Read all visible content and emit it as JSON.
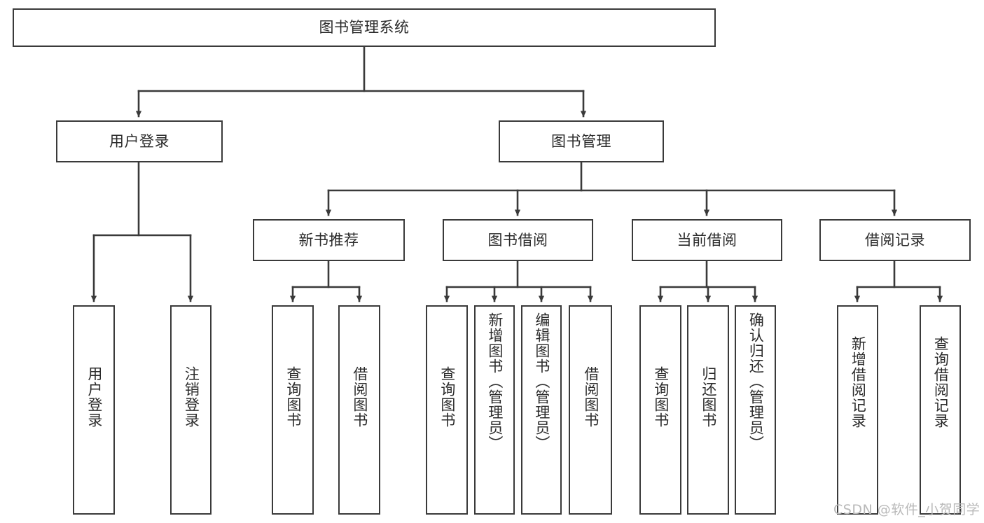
{
  "diagram": {
    "title": "图书管理系统",
    "type": "hierarchy-tree",
    "colors": {
      "background": "#ffffff",
      "border": "#3a3a3a",
      "edge": "#3a3a3a",
      "text": "#2b2b2b",
      "watermark": "#b9b9b9"
    },
    "root": {
      "label": "图书管理系统"
    },
    "level1": [
      {
        "label": "用户登录"
      },
      {
        "label": "图书管理"
      }
    ],
    "level2": [
      {
        "label": "新书推荐"
      },
      {
        "label": "图书借阅"
      },
      {
        "label": "当前借阅"
      },
      {
        "label": "借阅记录"
      }
    ],
    "leaves": {
      "user_login": [
        {
          "label": "用户登录"
        },
        {
          "label": "注销登录"
        }
      ],
      "new_book": [
        {
          "label": "查询图书"
        },
        {
          "label": "借阅图书"
        }
      ],
      "book_borrow": [
        {
          "label": "查询图书"
        },
        {
          "label": "新增图书（管理员）"
        },
        {
          "label": "编辑图书（管理员）"
        },
        {
          "label": "借阅图书"
        }
      ],
      "current_borrow": [
        {
          "label": "查询图书"
        },
        {
          "label": "归还图书"
        },
        {
          "label": "确认归还（管理员）"
        }
      ],
      "borrow_record": [
        {
          "label": "新增借阅记录"
        },
        {
          "label": "查询借阅记录"
        }
      ]
    }
  },
  "watermark": {
    "text": "CSDN @软件_小贺同学"
  }
}
